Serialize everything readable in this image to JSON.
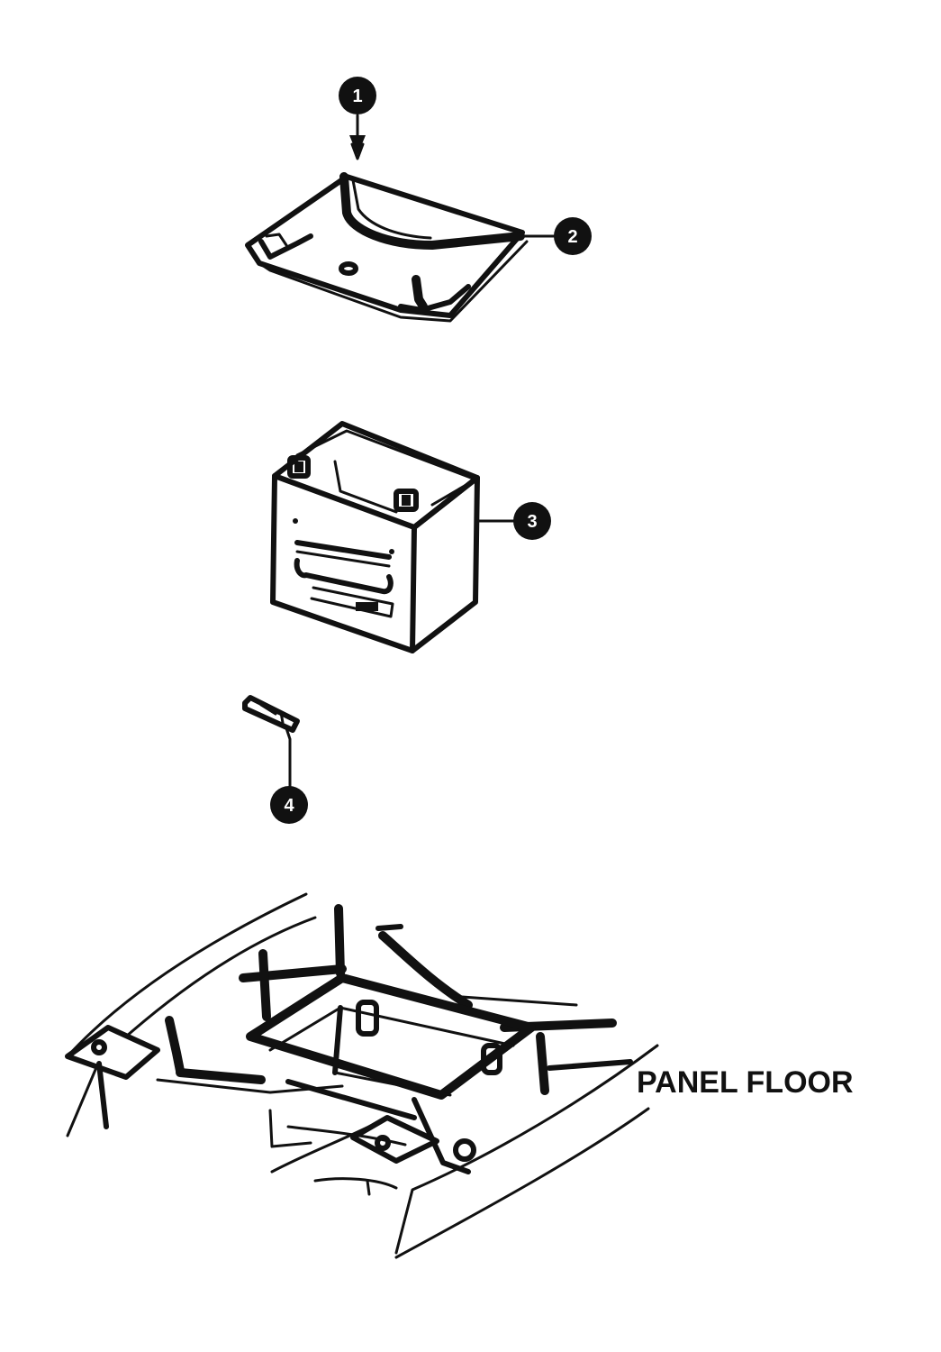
{
  "callouts": [
    {
      "id": "1",
      "label": "1"
    },
    {
      "id": "2",
      "label": "2"
    },
    {
      "id": "3",
      "label": "3"
    },
    {
      "id": "4",
      "label": "4"
    }
  ],
  "floor_label": "PANEL FLOOR",
  "colors": {
    "ink": "#111111",
    "paper": "#ffffff"
  }
}
